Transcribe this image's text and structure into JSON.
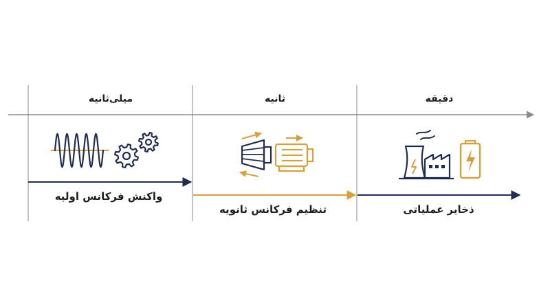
{
  "colors": {
    "navy": "#1f2d55",
    "gold": "#d9a03a",
    "gray": "#8a8a8a",
    "text": "#1f1f1f"
  },
  "timeline": {
    "columns": [
      {
        "heading": "میلی‌ثانیه",
        "caption": "واکنش فرکانس اولیه",
        "icon": "sine-wave-gears-icon"
      },
      {
        "heading": "ثانیه",
        "caption": "تنظیم فرکانس ثانویه",
        "icon": "turbine-generator-icon"
      },
      {
        "heading": "دقیقه",
        "caption": "ذخایر عملیاتی",
        "icon": "power-plant-battery-icon"
      }
    ]
  }
}
